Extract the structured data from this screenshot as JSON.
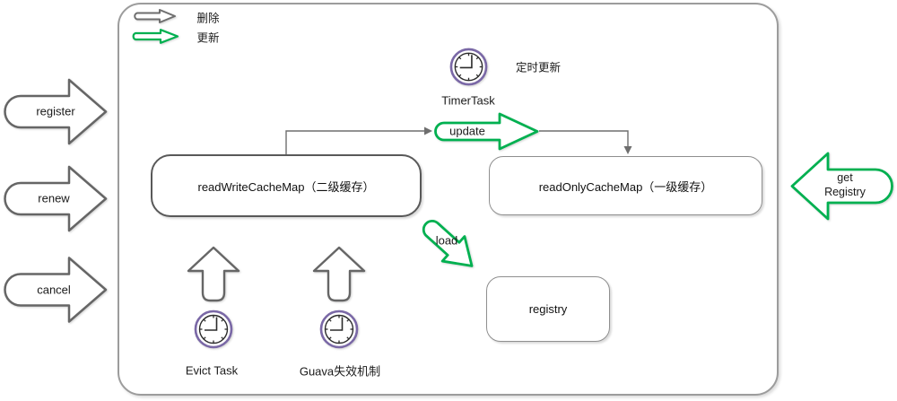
{
  "legend": {
    "delete_label": "删除",
    "update_label": "更新",
    "delete_icon": "right-arrow-gray-icon",
    "update_icon": "right-arrow-green-icon"
  },
  "timer_task": {
    "name": "TimerTask",
    "annotation": "定时更新",
    "icon": "clock-icon"
  },
  "client_actions": [
    {
      "label": "register"
    },
    {
      "label": "renew"
    },
    {
      "label": "cancel"
    }
  ],
  "flows": {
    "update_label": "update",
    "load_label": "load",
    "get_registry_label": "get Registry"
  },
  "caches": {
    "read_write": "readWriteCacheMap（二级缓存）",
    "read_only": "readOnlyCacheMap（一级缓存）",
    "registry": "registry"
  },
  "expiry_tasks": [
    {
      "label": "Evict Task",
      "icon": "clock-icon"
    },
    {
      "label": "Guava失效机制",
      "icon": "clock-icon"
    }
  ],
  "colors": {
    "green": "#00b050",
    "gray": "#666666",
    "dark_border": "#595959",
    "light_border": "#8f8f8f",
    "purple": "#7a68a6",
    "frame_border": "#9c9c9c"
  }
}
